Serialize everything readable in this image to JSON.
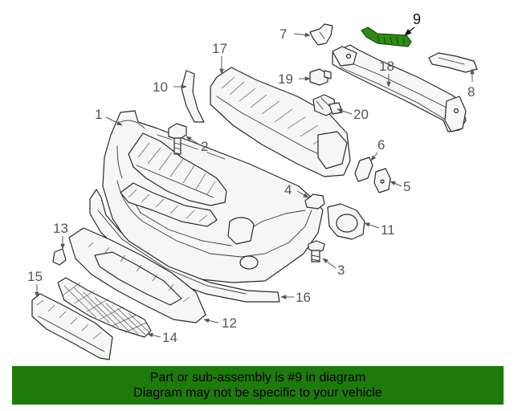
{
  "colors": {
    "banner_bg": "#1f7a0c",
    "highlight_part": "#2f8a1a",
    "line": "#2a2a2a",
    "callout_text": "#555555"
  },
  "diagram": {
    "highlighted_callout": "9",
    "callouts": {
      "c1": "1",
      "c2": "2",
      "c3": "3",
      "c4": "4",
      "c5": "5",
      "c6": "6",
      "c7": "7",
      "c8": "8",
      "c9": "9",
      "c10": "10",
      "c11": "11",
      "c12": "12",
      "c13": "13",
      "c14": "14",
      "c15": "15",
      "c16": "16",
      "c17": "17",
      "c18": "18",
      "c19": "19",
      "c20": "20"
    }
  },
  "banner": {
    "line1": "Part or sub-assembly is #9 in diagram",
    "line2": "Diagram may not be specific to your vehicle"
  }
}
